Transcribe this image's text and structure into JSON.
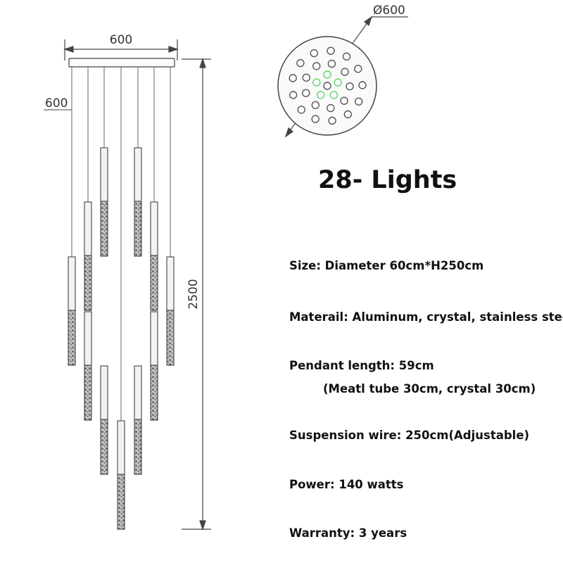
{
  "drawing": {
    "top_width_label": "600",
    "side_width_label": "600",
    "height_label": "2500",
    "diameter_label": "Ø600",
    "colors": {
      "line": "#555555",
      "highlight": "#5fd35f",
      "rod_fill": "#f2f2f2"
    }
  },
  "title": "28- Lights",
  "specs": {
    "size": "Size: Diameter 60cm*H250cm",
    "material": "Materail: Aluminum, crystal, stainless steel",
    "pendant_length": "Pendant length: 59cm",
    "pendant_detail": "(Meatl tube 30cm, crystal 30cm)",
    "suspension": "Suspension wire: 250cm(Adjustable)",
    "power": "Power: 140 watts",
    "warranty": "Warranty: 3 years"
  }
}
